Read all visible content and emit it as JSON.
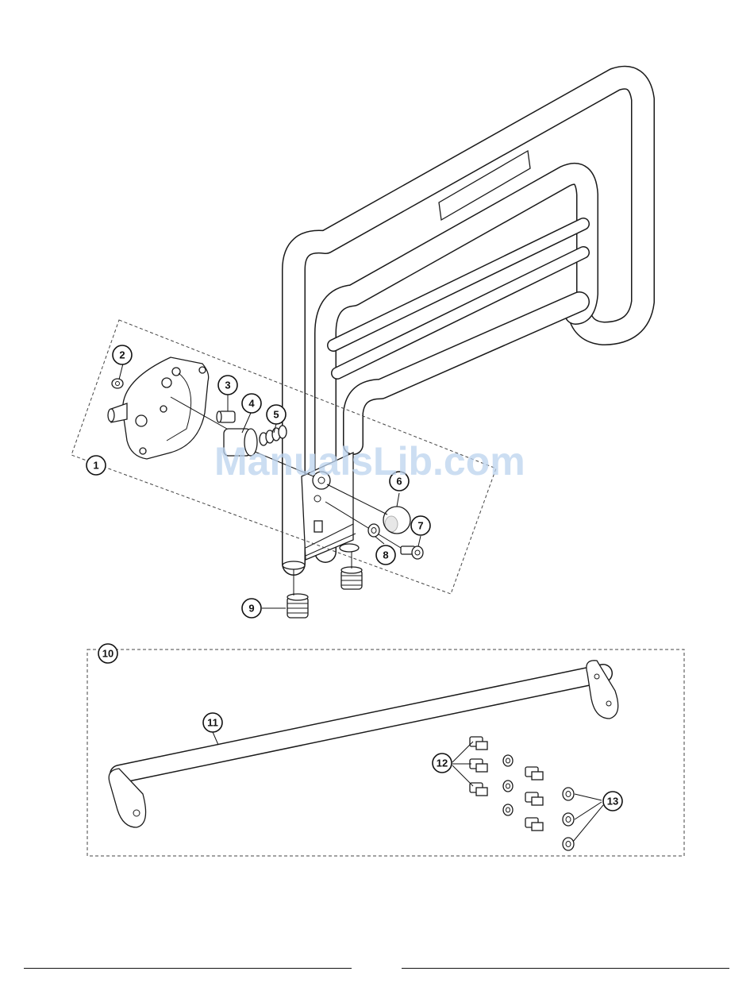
{
  "watermark": "ManualsLib.com",
  "callouts": [
    {
      "id": "c1",
      "label": "1"
    },
    {
      "id": "c2",
      "label": "2"
    },
    {
      "id": "c3",
      "label": "3"
    },
    {
      "id": "c4",
      "label": "4"
    },
    {
      "id": "c5",
      "label": "5"
    },
    {
      "id": "c6",
      "label": "6"
    },
    {
      "id": "c7",
      "label": "7"
    },
    {
      "id": "c8",
      "label": "8"
    },
    {
      "id": "c9",
      "label": "9"
    },
    {
      "id": "c10",
      "label": "10"
    },
    {
      "id": "c11",
      "label": "11"
    },
    {
      "id": "c12",
      "label": "12"
    },
    {
      "id": "c13",
      "label": "13"
    }
  ]
}
